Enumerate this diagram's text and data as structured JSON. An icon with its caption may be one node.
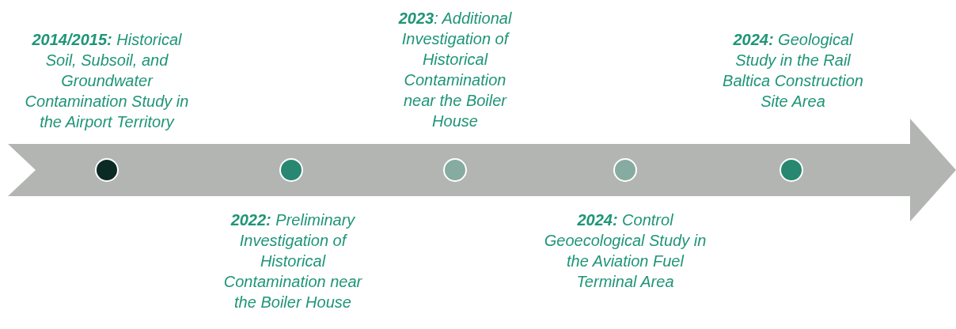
{
  "diagram": {
    "nodes": [
      {
        "text": [],
        "shape": "arrow"
      },
      {
        "text": [],
        "shape": "circle",
        "in": 0,
        "beside": [
          "**2014/2015:** Historical Soil, Subsoil, and Groundwater Contamination Study in the Airport Territory"
        ]
      },
      {
        "text": [],
        "shape": "circle",
        "in": 0,
        "beside": [
          "**2022:** Preliminary Investigation of Historical Contamination near the Boiler House"
        ]
      },
      {
        "text": [],
        "shape": "circle",
        "in": 0,
        "beside": [
          "**2023**: Additional Investigation of Historical Contamination near the Boiler House"
        ]
      },
      {
        "text": [],
        "shape": "circle",
        "in": 0,
        "beside": [
          "**2024:** Control Geoecological Study in the Aviation Fuel Terminal Area"
        ]
      },
      {
        "text": [],
        "shape": "circle",
        "in": 0,
        "beside": [
          "**2024:** Geological Study in the Rail Baltica Construction Site Area"
        ]
      }
    ]
  }
}
